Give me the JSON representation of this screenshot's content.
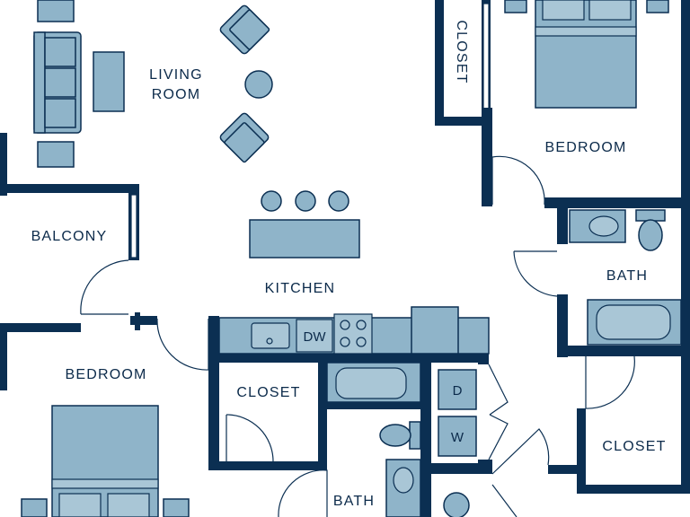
{
  "rooms": {
    "living_room_line1": "LIVING",
    "living_room_line2": "ROOM",
    "kitchen": "KITCHEN",
    "balcony": "BALCONY",
    "bedroom_top_right": "BEDROOM",
    "bedroom_bottom_left": "BEDROOM",
    "bath_right": "BATH",
    "bath_bottom": "BATH",
    "closet_top": "CLOSET",
    "closet_mid": "CLOSET",
    "closet_right": "CLOSET"
  },
  "appliances": {
    "dishwasher": "DW",
    "dryer": "D",
    "washer": "W"
  },
  "colors": {
    "wall": "#0b2f52",
    "furniture_fill": "#8fb4c9",
    "furniture_stroke": "#0b2f52",
    "floor": "#ffffff"
  }
}
